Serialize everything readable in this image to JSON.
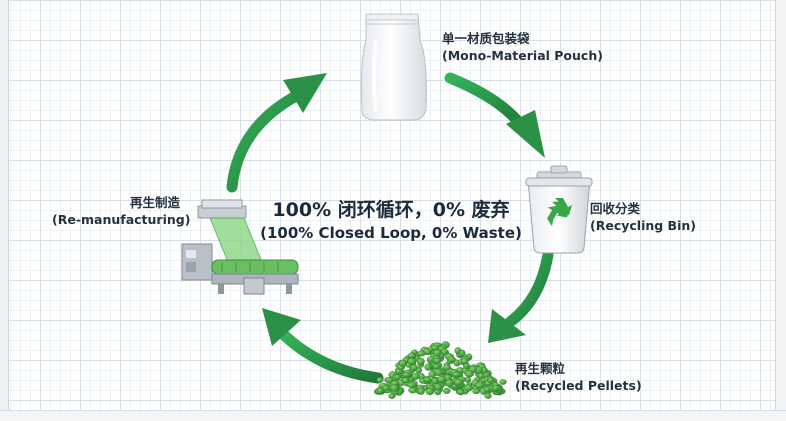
{
  "center": {
    "title_zh": "100% 闭环循环，0% 废弃",
    "title_en": "(100% Closed Loop, 0% Waste)"
  },
  "nodes": {
    "pouch": {
      "zh": "单一材质包装袋",
      "en": "(Mono-Material Pouch)"
    },
    "bin": {
      "zh": "回收分类",
      "en": "(Recycling Bin)"
    },
    "pellets": {
      "zh": "再生颗粒",
      "en": "(Recycled Pellets)"
    },
    "manufacturing": {
      "zh": "再生制造",
      "en": "(Re-manufacturing)"
    }
  },
  "colors": {
    "arrow_green": "#2e9e4f",
    "arrow_dark": "#1f7a3a",
    "pellet_green": "#4aa843",
    "bin_green": "#3aa64a",
    "text": "#26323f"
  },
  "icons": [
    "pouch-icon",
    "recycling-bin-icon",
    "recycle-symbol-icon",
    "pellets-icon",
    "manufacturing-machine-icon"
  ]
}
